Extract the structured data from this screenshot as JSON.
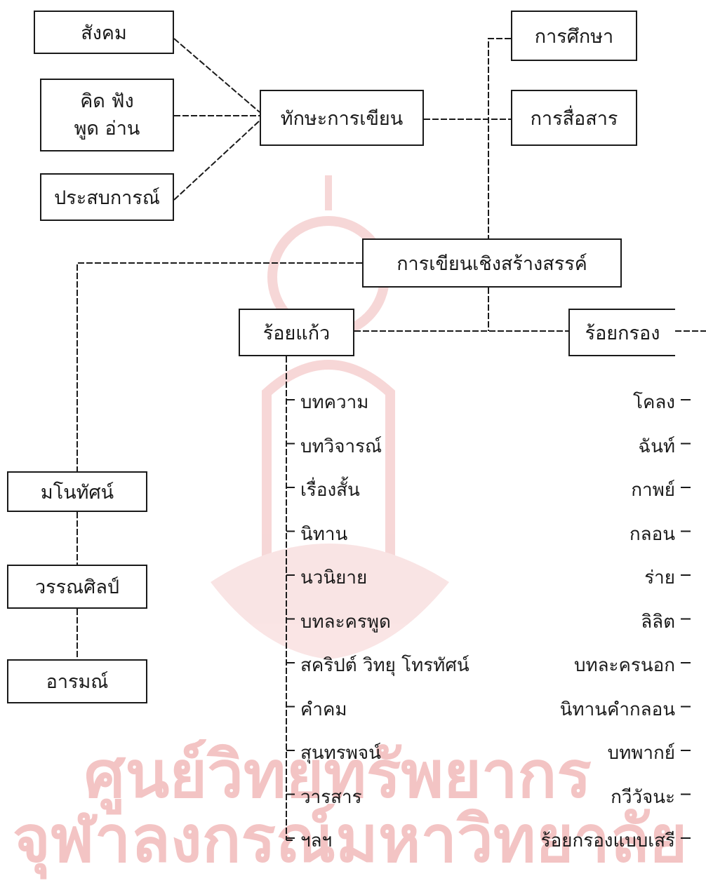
{
  "watermark": {
    "line1": "ศูนย์วิทยทรัพยากร",
    "line2": "จุฬาลงกรณ์มหาวิทยาลัย"
  },
  "nodes": {
    "society": "สังคม",
    "skills_line1": "คิด  ฟัง",
    "skills_line2": "พูด  อ่าน",
    "experience": "ประสบการณ์",
    "writing_skill": "ทักษะการเขียน",
    "education": "การศึกษา",
    "communication": "การสื่อสาร",
    "creative_writing": "การเขียนเชิงสร้างสรรค์",
    "prose": "ร้อยแก้ว",
    "verse": "ร้อยกรอง",
    "vision": "มโนทัศน์",
    "literary_art": "วรรณศิลป์",
    "emotion": "อารมณ์"
  },
  "prose_items": [
    "บทความ",
    "บทวิจารณ์",
    "เรื่องสั้น",
    "นิทาน",
    "นวนิยาย",
    "บทละครพูด",
    "สคริปต์ วิทยุ โทรทัศน์",
    "คำคม",
    "สุนทรพจน์",
    "วารสาร",
    "ฯลฯ"
  ],
  "verse_items": [
    "โคลง",
    "ฉันท์",
    "กาพย์",
    "กลอน",
    "ร่าย",
    "ลิลิต",
    "บทละครนอก",
    "นิทานคำกลอน",
    "บทพากย์",
    "กวีวัจนะ",
    "ร้อยกรองแบบเสรี"
  ]
}
